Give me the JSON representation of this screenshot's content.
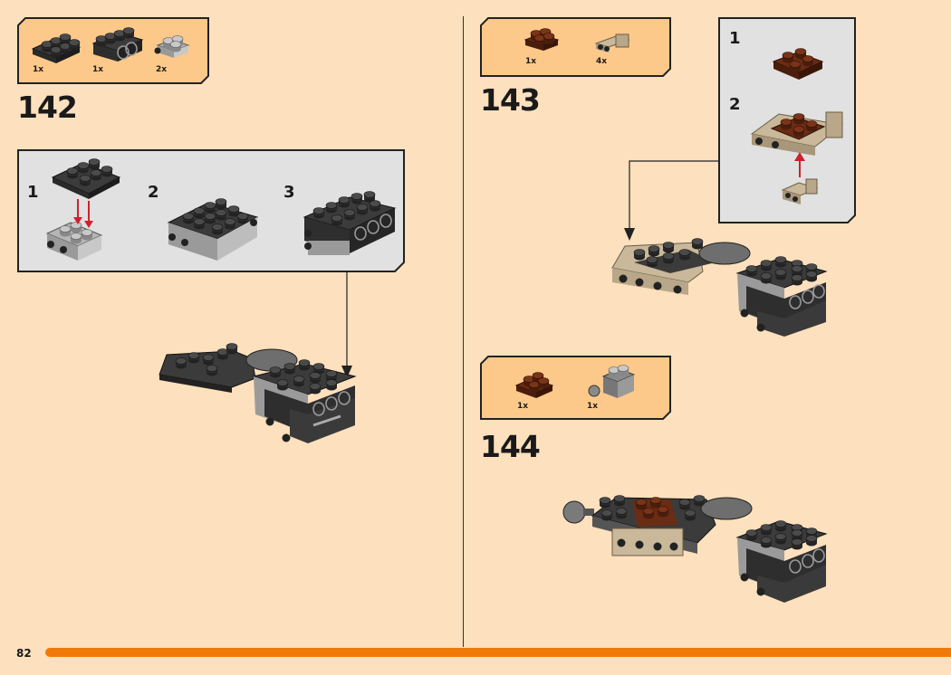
{
  "page_number": "82",
  "steps": [
    {
      "number": "142",
      "parts": [
        {
          "qty": "1x"
        },
        {
          "qty": "1x"
        },
        {
          "qty": "2x"
        }
      ],
      "substeps": [
        "1",
        "2",
        "3"
      ]
    },
    {
      "number": "143",
      "parts": [
        {
          "qty": "1x"
        },
        {
          "qty": "4x"
        }
      ],
      "substeps": [
        "1",
        "2"
      ]
    },
    {
      "number": "144",
      "parts": [
        {
          "qty": "1x"
        },
        {
          "qty": "1x"
        }
      ]
    }
  ],
  "colors": {
    "background": "#fde0bd",
    "parts_box": "#fcc98a",
    "callout": "#e1e1e1",
    "accent_bar": "#ef7a0a",
    "arrow_red": "#d0202e"
  }
}
